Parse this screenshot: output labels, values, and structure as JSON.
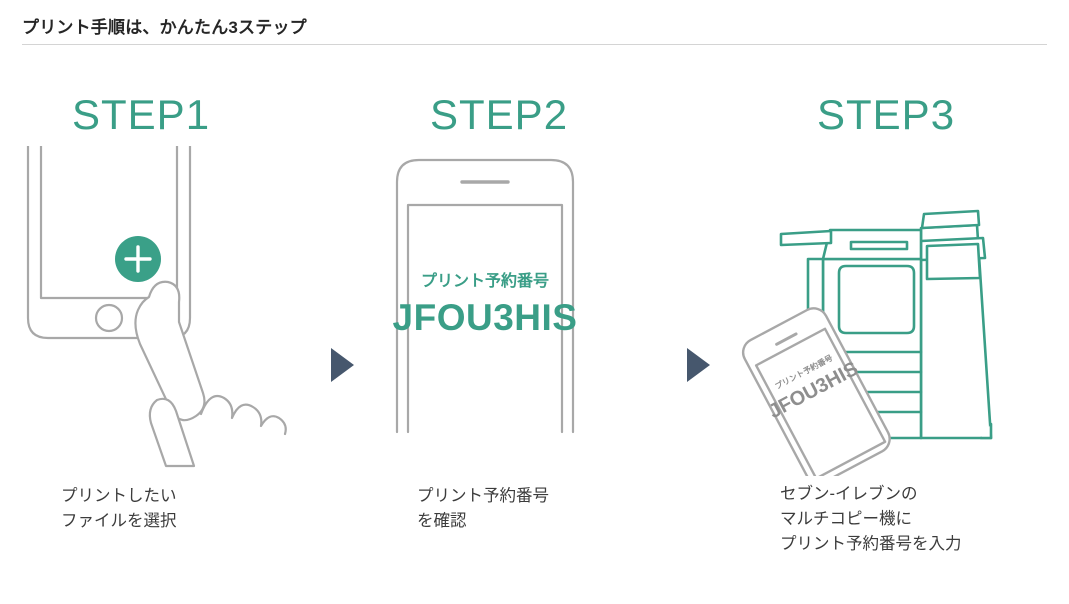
{
  "header": {
    "title": "プリント手順は、かんたん3ステップ"
  },
  "colors": {
    "accent_green": "#3a9e87",
    "plus_button_green": "#3aa088",
    "arrow_navy": "#46576d",
    "line_gray": "#a8a8a8",
    "text_dark": "#3c3c3c",
    "title_dark": "#262626",
    "rule_gray": "#d4d4d4"
  },
  "steps": [
    {
      "heading": "STEP1",
      "caption": "プリントしたい\nファイルを選択",
      "art": {
        "icon_name": "phone-with-plus-button-and-tapping-finger",
        "plus_symbol": "+"
      }
    },
    {
      "heading": "STEP2",
      "caption": "プリント予約番号\nを確認",
      "art": {
        "icon_name": "phone-showing-reservation-number",
        "screen_label": "プリント予約番号",
        "screen_code": "JFOU3HIS"
      }
    },
    {
      "heading": "STEP3",
      "caption": "セブン-イレブンの\nマルチコピー機に\nプリント予約番号を入力",
      "art": {
        "icon_name": "multicopy-machine-with-tilted-phone",
        "phone_label": "プリント予約番号",
        "phone_code": "JFOU3HIS"
      }
    }
  ],
  "arrows": [
    {
      "icon_name": "triangle-right-icon"
    },
    {
      "icon_name": "triangle-right-icon"
    }
  ]
}
